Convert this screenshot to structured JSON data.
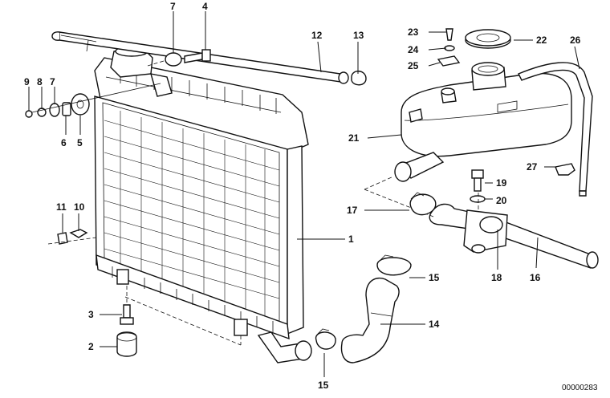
{
  "diagram": {
    "reference_code": "00000283",
    "callouts": [
      {
        "id": "c7a",
        "text": "7"
      },
      {
        "id": "c4",
        "text": "4"
      },
      {
        "id": "c12",
        "text": "12"
      },
      {
        "id": "c13",
        "text": "13"
      },
      {
        "id": "c23",
        "text": "23"
      },
      {
        "id": "c22",
        "text": "22"
      },
      {
        "id": "c26",
        "text": "26"
      },
      {
        "id": "c24",
        "text": "24"
      },
      {
        "id": "c25",
        "text": "25"
      },
      {
        "id": "c9",
        "text": "9"
      },
      {
        "id": "c8",
        "text": "8"
      },
      {
        "id": "c7b",
        "text": "7"
      },
      {
        "id": "c6",
        "text": "6"
      },
      {
        "id": "c5",
        "text": "5"
      },
      {
        "id": "c21",
        "text": "21"
      },
      {
        "id": "c27",
        "text": "27"
      },
      {
        "id": "c19",
        "text": "19"
      },
      {
        "id": "c20",
        "text": "20"
      },
      {
        "id": "c11",
        "text": "11"
      },
      {
        "id": "c10",
        "text": "10"
      },
      {
        "id": "c17",
        "text": "17"
      },
      {
        "id": "c1",
        "text": "1"
      },
      {
        "id": "c18",
        "text": "18"
      },
      {
        "id": "c16",
        "text": "16"
      },
      {
        "id": "c15a",
        "text": "15"
      },
      {
        "id": "c3",
        "text": "3"
      },
      {
        "id": "c14",
        "text": "14"
      },
      {
        "id": "c2",
        "text": "2"
      },
      {
        "id": "c15b",
        "text": "15"
      }
    ]
  }
}
